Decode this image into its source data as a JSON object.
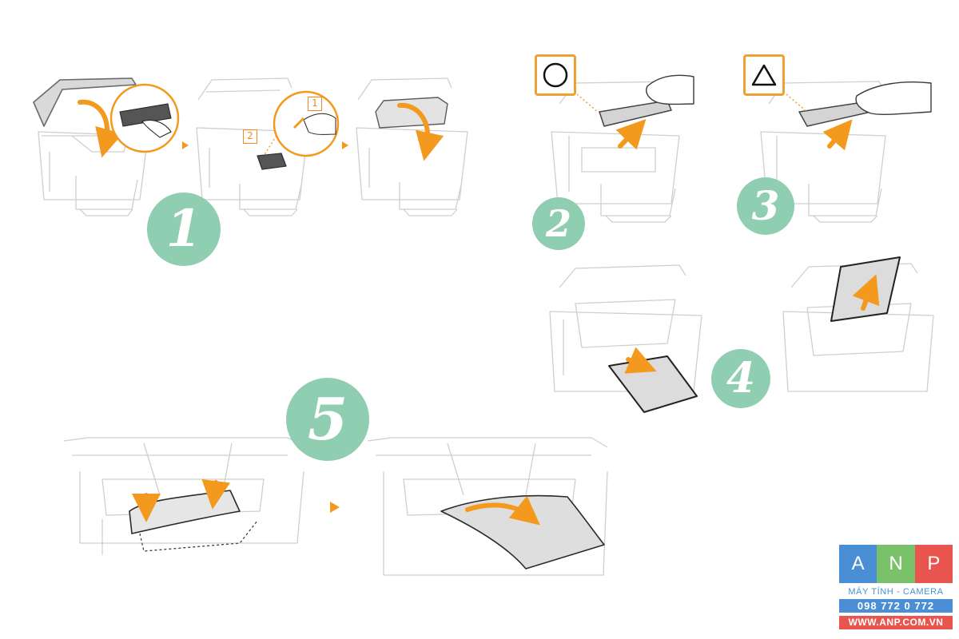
{
  "steps": [
    {
      "number": "1"
    },
    {
      "number": "2"
    },
    {
      "number": "3"
    },
    {
      "number": "4"
    },
    {
      "number": "5"
    }
  ],
  "callouts": [
    "1",
    "2"
  ],
  "symbols": [
    {
      "icon": "circle-symbol-icon"
    },
    {
      "icon": "triangle-symbol-icon"
    }
  ],
  "logo": {
    "letters": [
      "A",
      "N",
      "P"
    ],
    "tagline": "MÁY TÍNH - CAMERA",
    "phone": "098 772 0 772",
    "website": "WWW.ANP.COM.VN"
  },
  "colors": {
    "step_circle": "#8fceb0",
    "arrow": "#f39a1e",
    "callout": "#f08a20",
    "logo_a": "#4a8fd6",
    "logo_n": "#7ac26a",
    "logo_p": "#e8554e"
  }
}
